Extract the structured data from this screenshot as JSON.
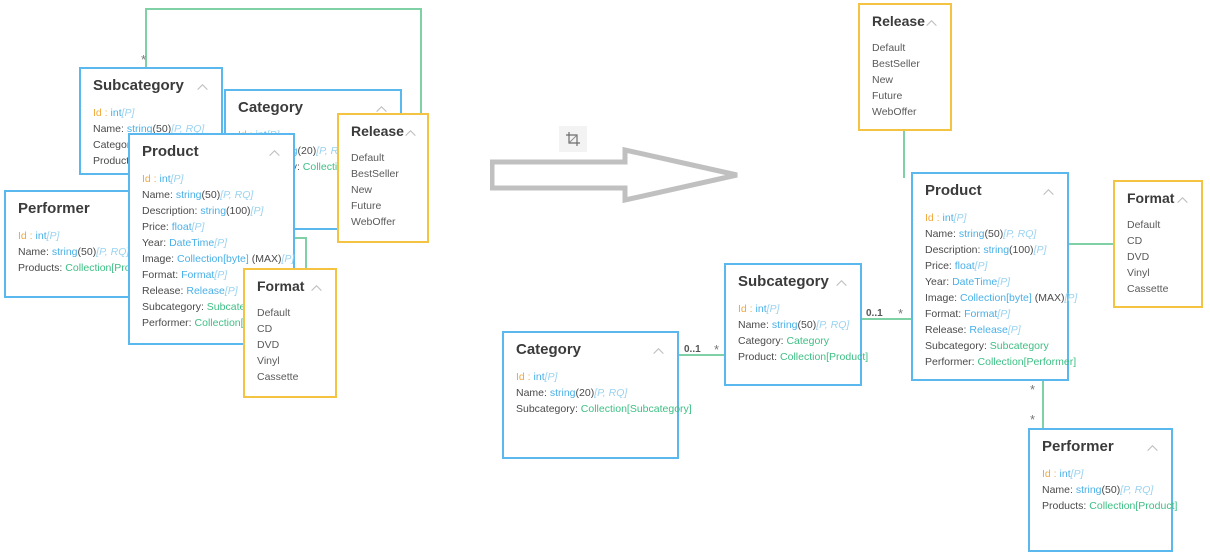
{
  "diagram": {
    "kind": "entity-relationship-model",
    "left_version_label": "",
    "right_version_label": ""
  },
  "icons": {
    "collapse": "chevron-up-icon",
    "crop": "crop-icon",
    "arrow": "right-arrow-icon"
  },
  "colors": {
    "entity_border": "#5bb8ef",
    "enum_border": "#f5c342",
    "connector": "#7fd1a5",
    "primary_key": "#f0a93c",
    "primitive_type": "#49b0e8",
    "entity_type": "#3dbf84",
    "flag": "#9ad3f0",
    "arrow": "#bfbfbf"
  },
  "multiplicities": {
    "star": "*",
    "zero_or_one": "0..1"
  },
  "entities": {
    "product": {
      "title": "Product",
      "attrs": [
        {
          "name": "Id",
          "sep": " : ",
          "type": "int",
          "len": "",
          "flag": "[P]",
          "pk": true,
          "ref": false
        },
        {
          "name": "Name",
          "sep": ": ",
          "type": "string",
          "len": "(50)",
          "flag": "[P, RQ]",
          "pk": false,
          "ref": false
        },
        {
          "name": "Description",
          "sep": ": ",
          "type": "string",
          "len": "(100)",
          "flag": "[P]",
          "pk": false,
          "ref": false
        },
        {
          "name": "Price",
          "sep": ": ",
          "type": "float",
          "len": "",
          "flag": "[P]",
          "pk": false,
          "ref": false
        },
        {
          "name": "Year",
          "sep": ": ",
          "type": "DateTime",
          "len": "",
          "flag": "[P]",
          "pk": false,
          "ref": false
        },
        {
          "name": "Image",
          "sep": ": ",
          "type": "Collection[byte]",
          "len": " (MAX)",
          "flag": "[P]",
          "pk": false,
          "ref": false
        },
        {
          "name": "Format",
          "sep": ": ",
          "type": "Format",
          "len": "",
          "flag": "[P]",
          "pk": false,
          "ref": false
        },
        {
          "name": "Release",
          "sep": ": ",
          "type": "Release",
          "len": "",
          "flag": "[P]",
          "pk": false,
          "ref": false
        },
        {
          "name": "Subcategory",
          "sep": ": ",
          "type": "Subcategory",
          "len": "",
          "flag": "",
          "pk": false,
          "ref": true
        },
        {
          "name": "Performer",
          "sep": ": ",
          "type": "Collection[Performer]",
          "len": "",
          "flag": "",
          "pk": false,
          "ref": true
        }
      ]
    },
    "subcategory": {
      "title": "Subcategory",
      "attrs": [
        {
          "name": "Id",
          "sep": " : ",
          "type": "int",
          "len": "",
          "flag": "[P]",
          "pk": true,
          "ref": false
        },
        {
          "name": "Name",
          "sep": ": ",
          "type": "string",
          "len": "(50)",
          "flag": "[P, RQ]",
          "pk": false,
          "ref": false
        },
        {
          "name": "Category",
          "sep": ": ",
          "type": "Category",
          "len": "",
          "flag": "",
          "pk": false,
          "ref": true
        },
        {
          "name": "Product",
          "sep": ": ",
          "type": "Collection[Product]",
          "len": "",
          "flag": "",
          "pk": false,
          "ref": true
        }
      ]
    },
    "category": {
      "title": "Category",
      "attrs": [
        {
          "name": "Id",
          "sep": " : ",
          "type": "int",
          "len": "",
          "flag": "[P]",
          "pk": true,
          "ref": false
        },
        {
          "name": "Name",
          "sep": ": ",
          "type": "string",
          "len": "(20)",
          "flag": "[P, RQ]",
          "pk": false,
          "ref": false
        },
        {
          "name": "Subcategory",
          "sep": ": ",
          "type": "Collection[Subcategory]",
          "len": "",
          "flag": "",
          "pk": false,
          "ref": true
        }
      ]
    },
    "performer": {
      "title": "Performer",
      "attrs": [
        {
          "name": "Id",
          "sep": " : ",
          "type": "int",
          "len": "",
          "flag": "[P]",
          "pk": true,
          "ref": false
        },
        {
          "name": "Name",
          "sep": ": ",
          "type": "string",
          "len": "(50)",
          "flag": "[P, RQ]",
          "pk": false,
          "ref": false
        },
        {
          "name": "Products",
          "sep": ": ",
          "type": "Collection[Product]",
          "len": "",
          "flag": "",
          "pk": false,
          "ref": true
        }
      ]
    },
    "format": {
      "title": "Format",
      "literals": [
        "Default",
        "CD",
        "DVD",
        "Vinyl",
        "Cassette"
      ]
    },
    "release": {
      "title": "Release",
      "literals": [
        "Default",
        "BestSeller",
        "New",
        "Future",
        "WebOffer"
      ]
    }
  }
}
